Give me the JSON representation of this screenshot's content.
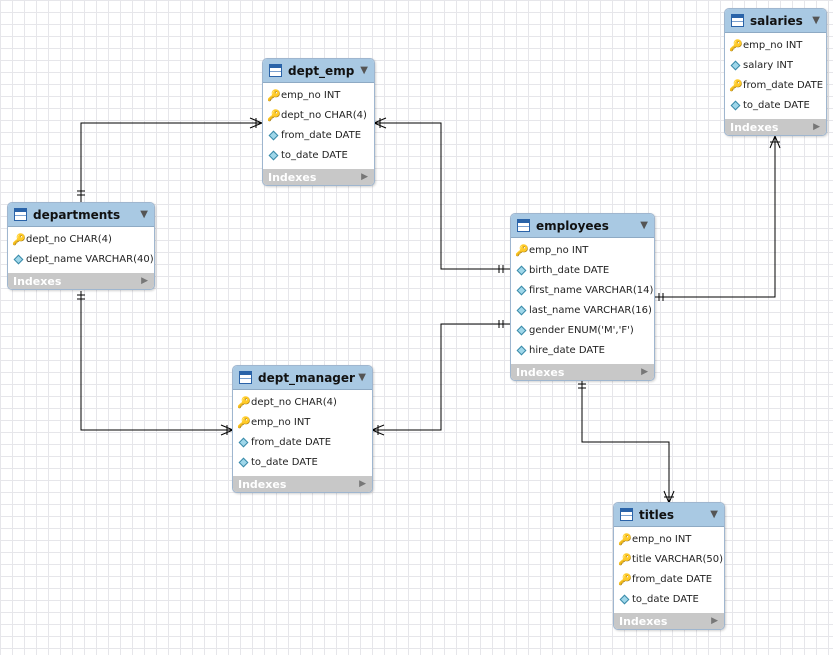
{
  "tables": {
    "dept_emp": {
      "name": "dept_emp",
      "columns": [
        {
          "text": "emp_no INT",
          "key": true
        },
        {
          "text": "dept_no CHAR(4)",
          "key": true
        },
        {
          "text": "from_date DATE",
          "key": false
        },
        {
          "text": "to_date DATE",
          "key": false
        }
      ],
      "indexes_label": "Indexes"
    },
    "salaries": {
      "name": "salaries",
      "columns": [
        {
          "text": "emp_no INT",
          "key": true
        },
        {
          "text": "salary INT",
          "key": false
        },
        {
          "text": "from_date DATE",
          "key": true
        },
        {
          "text": "to_date DATE",
          "key": false
        }
      ],
      "indexes_label": "Indexes"
    },
    "departments": {
      "name": "departments",
      "columns": [
        {
          "text": "dept_no CHAR(4)",
          "key": true
        },
        {
          "text": "dept_name VARCHAR(40)",
          "key": false
        }
      ],
      "indexes_label": "Indexes"
    },
    "employees": {
      "name": "employees",
      "columns": [
        {
          "text": "emp_no INT",
          "key": true
        },
        {
          "text": "birth_date DATE",
          "key": false
        },
        {
          "text": "first_name VARCHAR(14)",
          "key": false
        },
        {
          "text": "last_name VARCHAR(16)",
          "key": false
        },
        {
          "text": "gender ENUM('M','F')",
          "key": false
        },
        {
          "text": "hire_date DATE",
          "key": false
        }
      ],
      "indexes_label": "Indexes"
    },
    "dept_manager": {
      "name": "dept_manager",
      "columns": [
        {
          "text": "dept_no CHAR(4)",
          "key": true
        },
        {
          "text": "emp_no INT",
          "key": true
        },
        {
          "text": "from_date DATE",
          "key": false
        },
        {
          "text": "to_date DATE",
          "key": false
        }
      ],
      "indexes_label": "Indexes"
    },
    "titles": {
      "name": "titles",
      "columns": [
        {
          "text": "emp_no INT",
          "key": true
        },
        {
          "text": "title VARCHAR(50)",
          "key": true
        },
        {
          "text": "from_date DATE",
          "key": true
        },
        {
          "text": "to_date DATE",
          "key": false
        }
      ],
      "indexes_label": "Indexes"
    }
  },
  "icons": {
    "table": "table-icon",
    "key": "key-icon",
    "column": "column-diamond-icon",
    "toggle": "triangle-down-icon",
    "indexes_arrow": "triangle-right-icon"
  },
  "colors": {
    "header": "#a9c9e3",
    "indexes_bar": "#c8c8c8",
    "key": "#d9b400",
    "column_diamond": "#9fd7ea",
    "relationship_line": "#000000"
  }
}
